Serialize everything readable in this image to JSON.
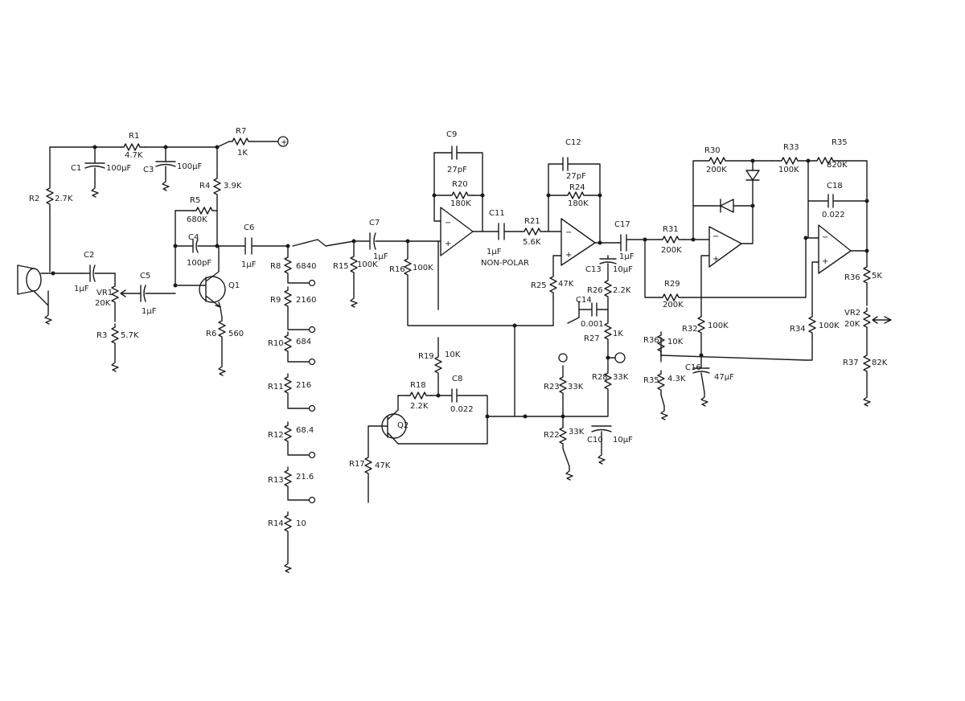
{
  "labels": {
    "R1": "R1",
    "R1v": "4.7K",
    "R7": "R7",
    "R7v": "1K",
    "C1": "C1",
    "C1v": "100µF",
    "C3": "C3",
    "C3v": "100µF",
    "R2": "R2",
    "R2v": "2.7K",
    "R4": "R4",
    "R4v": "3.9K",
    "R5": "R5",
    "R5v": "680K",
    "C4": "C4",
    "C4v": "100pF",
    "C6": "C6",
    "C6v": "1µF",
    "C2": "C2",
    "C2v": "1µF",
    "VR1": "VR1",
    "VR1v": "20K",
    "C5": "C5",
    "C5v": "1µF",
    "Q1": "Q1",
    "R3": "R3",
    "R3v": "5.7K",
    "R6": "R6",
    "R6v": "560",
    "R8": "R8",
    "R8v": "6840",
    "R9": "R9",
    "R9v": "2160",
    "R10": "R10",
    "R10v": "684",
    "R11": "R11",
    "R11v": "216",
    "R12": "R12",
    "R12v": "68.4",
    "R13": "R13",
    "R13v": "21.6",
    "R14": "R14",
    "R14v": "10",
    "C7": "C7",
    "C7v": "1µF",
    "R15": "R15",
    "R15v": "100K",
    "R16": "R16",
    "R16v": "100K",
    "C9": "C9",
    "C9v": "27pF",
    "R20": "R20",
    "R20v": "180K",
    "C11": "C11",
    "C11v": "1µF",
    "nonpolar": "NON-POLAR",
    "R21": "R21",
    "R21v": "5.6K",
    "C12": "C12",
    "C12v": "27pF",
    "R24": "R24",
    "R24v": "180K",
    "R25": "R25",
    "R25v": "47K",
    "C13": "C13",
    "C13v": "10µF",
    "R26": "R26",
    "R26v": "2.2K",
    "C14": "C14",
    "C14v": "0.001",
    "R27": "R27",
    "R27v": "1K",
    "R28": "R28",
    "R28v": "33K",
    "R19": "R19",
    "R19v": "10K",
    "R18": "R18",
    "R18v": "2.2K",
    "C8": "C8",
    "C8v": "0.022",
    "Q2": "Q2",
    "R17": "R17",
    "R17v": "47K",
    "R23": "R23",
    "R23v": "33K",
    "R22": "R22",
    "R22v": "33K",
    "C10": "C10",
    "C10v": "10µF",
    "C17": "C17",
    "C17v": "1µF",
    "R31": "R31",
    "R31v": "200K",
    "R30": "R30",
    "R30v": "200K",
    "R33": "R33",
    "R33v": "100K",
    "R35": "R35",
    "R35v": "820K",
    "C18": "C18",
    "C18v": "0.022",
    "R29": "R29",
    "R29v": "200K",
    "R32": "R32",
    "R32v": "100K",
    "R36": "R36",
    "R36v": "10K",
    "R35b": "R35",
    "R35bv": "4.3K",
    "C16": "C16",
    "C16v": "47µF",
    "R34": "R34",
    "R34v": "100K",
    "R36b": "R36",
    "R36bv": "5K",
    "VR2": "VR2",
    "VR2v": "20K",
    "R37": "R37",
    "R37v": "82K",
    "plus": "+",
    "minus": "−"
  }
}
